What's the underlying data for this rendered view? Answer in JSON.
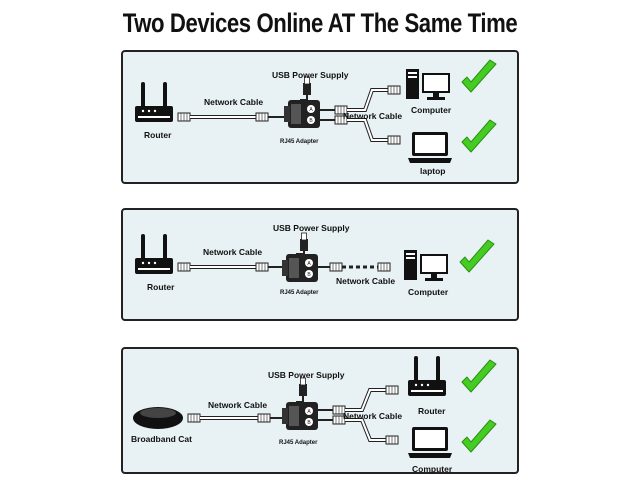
{
  "title": "Two Devices Online AT The Same Time",
  "colors": {
    "panel_bg": "#e8f1f4",
    "check": "#44cc22",
    "device": "#111111"
  },
  "panels": [
    {
      "labels": {
        "usb": "USB Power Supply",
        "cable_left": "Network Cable",
        "cable_right": "Network Cable",
        "adapter": "RJ45 Adapter",
        "source": "Router",
        "device_top": "Computer",
        "device_bottom": "laptop"
      },
      "icons": [
        "router-icon",
        "adapter-icon",
        "computer-icon",
        "laptop-icon",
        "checkmark-icon",
        "checkmark-icon"
      ]
    },
    {
      "labels": {
        "usb": "USB Power Supply",
        "cable_left": "Network Cable",
        "cable_right": "Network Cable",
        "adapter": "RJ45 Adapter",
        "source": "Router",
        "device_top": "Computer"
      },
      "icons": [
        "router-icon",
        "adapter-icon",
        "computer-icon",
        "checkmark-icon"
      ]
    },
    {
      "labels": {
        "usb": "USB Power Supply",
        "cable_left": "Network Cable",
        "cable_right": "Network Cable",
        "adapter": "RJ45 Adapter",
        "source": "Broadband Cat",
        "device_top": "Router",
        "device_bottom": "Computer"
      },
      "icons": [
        "modem-icon",
        "adapter-icon",
        "router-icon",
        "laptop-icon",
        "checkmark-icon",
        "checkmark-icon"
      ]
    }
  ]
}
